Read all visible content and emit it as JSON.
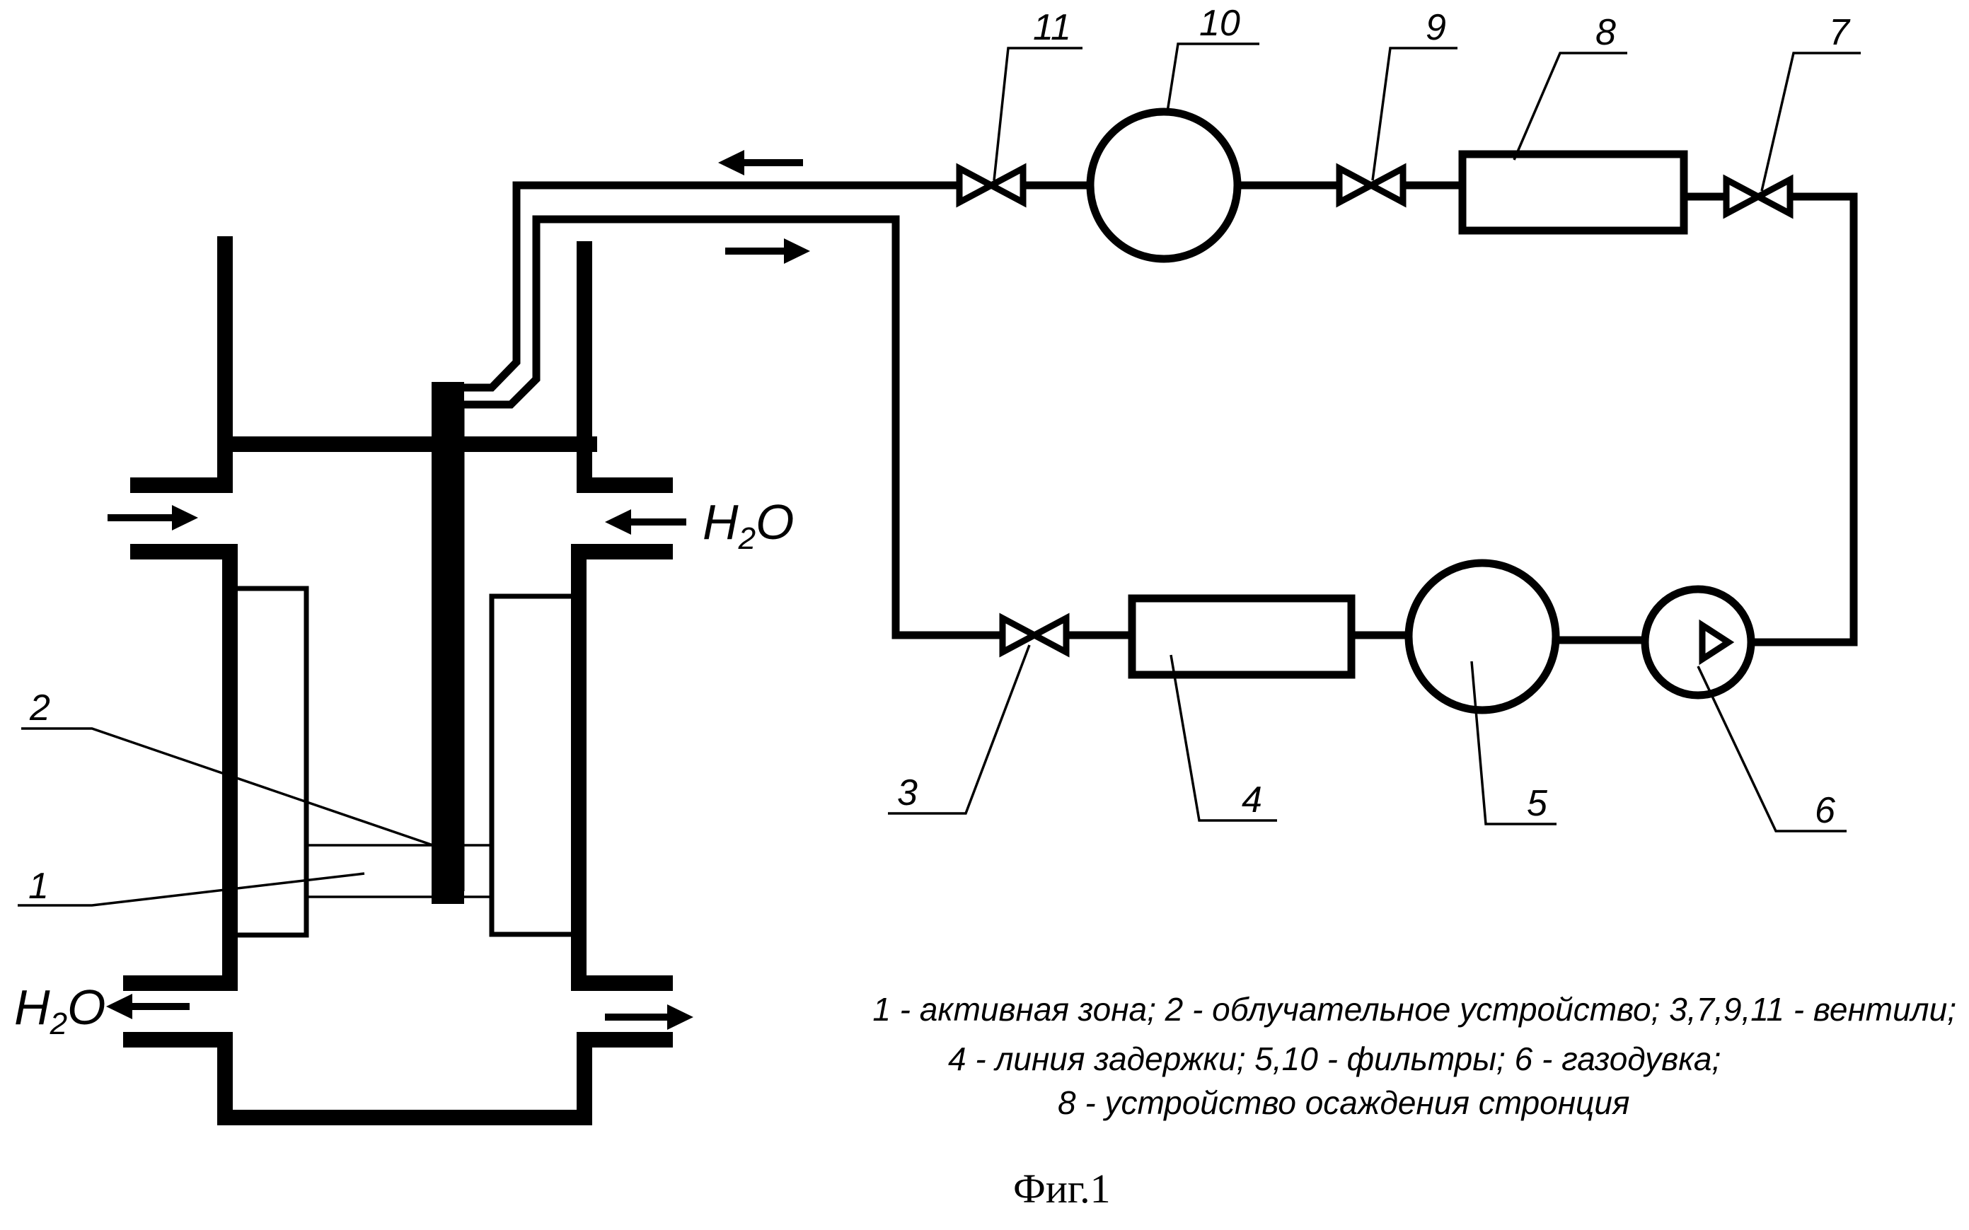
{
  "numbers": {
    "n1": "1",
    "n2": "2",
    "n3": "3",
    "n4": "4",
    "n5": "5",
    "n6": "6",
    "n7": "7",
    "n8": "8",
    "n9": "9",
    "n10": "10",
    "n11": "11"
  },
  "coolant": {
    "formula_main": "H",
    "formula_sub": "2",
    "formula_end": "O"
  },
  "legend": {
    "line1": "1 - активная зона; 2 - облучательное устройство; 3,7,9,11 - вентили;",
    "line2": "4 - линия задержки; 5,10 - фильтры; 6 - газодувка;",
    "line3": "8 - устройство осаждения стронция"
  },
  "caption": "Фиг.1"
}
